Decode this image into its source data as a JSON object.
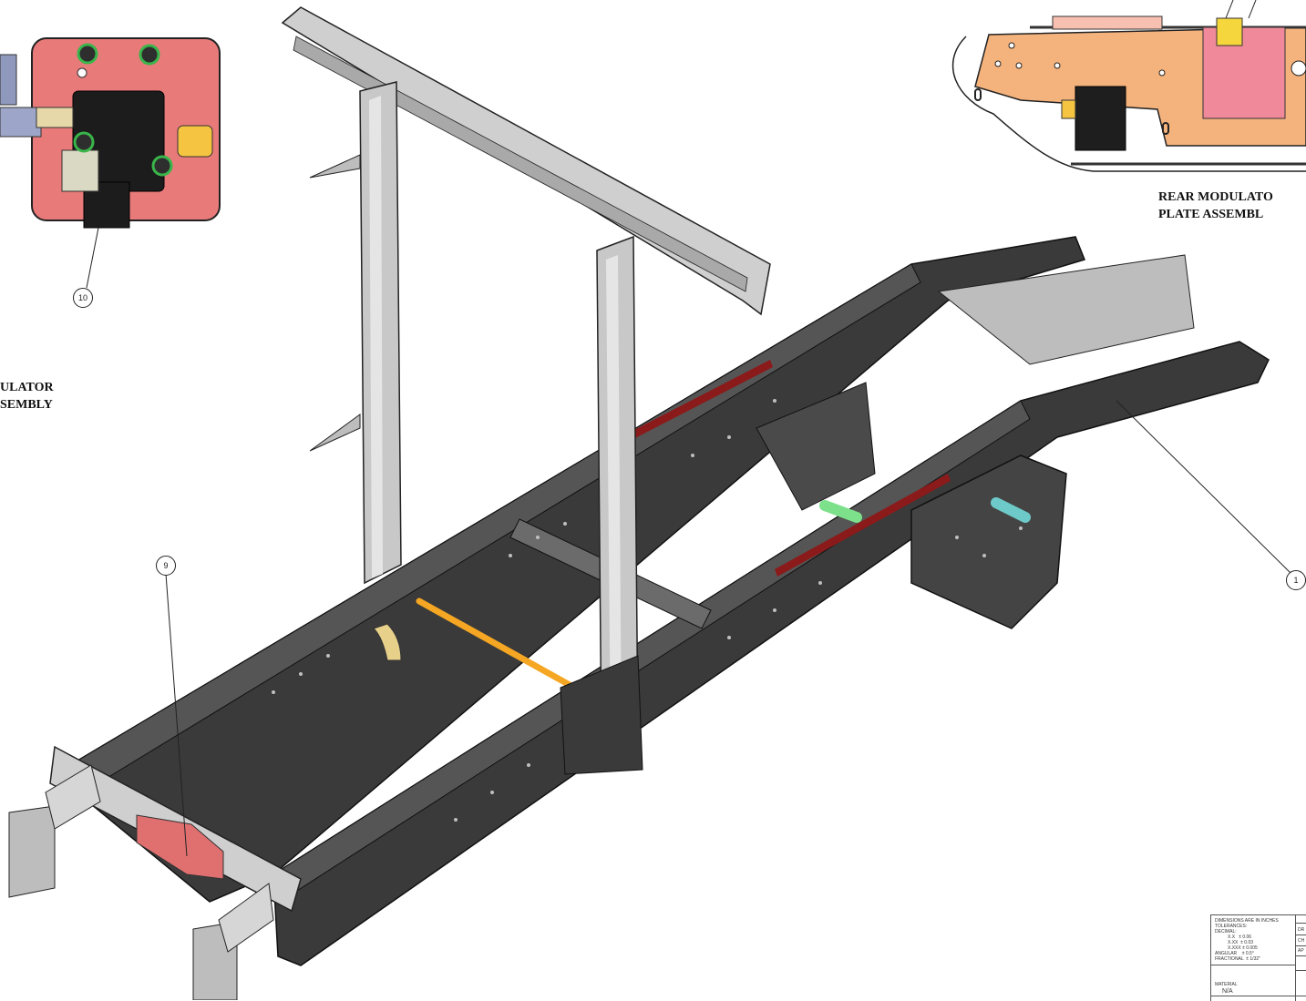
{
  "labels": {
    "front_assembly_line1": "ULATOR",
    "front_assembly_line2": "SEMBLY",
    "rear_assembly_line1": "REAR MODULATO",
    "rear_assembly_line2": "PLATE ASSEMBL"
  },
  "balloons": {
    "b10": "10",
    "b9": "9",
    "b1": "1"
  },
  "title_block": {
    "dims_note": "DIMENSIONS ARE IN INCHES",
    "tolerances": "TOLERANCES:",
    "decimal": "DECIMAL:",
    "xx": "X.X   ± 0.06",
    "xxx": "X.XX  ± 0.03",
    "xxxx": "X.XXX ± 0.005",
    "angular": "ANGULAR    ± 0.5°",
    "fractional": "FRACTIONAL  ± 1/32\"",
    "material_label": "MATERIAL",
    "material_value": "N/A",
    "row_dr": "DR",
    "row_ch": "CH",
    "row_ap": "AP"
  },
  "colors": {
    "frame_dark": "#3a3a3a",
    "frame_light": "#cfcfcf",
    "modulator_plate": "#e87a7a",
    "rear_plate": "#f4b27c",
    "axle_rod": "#f5a623",
    "green_part": "#7de08a",
    "teal_part": "#6ec9c9",
    "red_strip": "#8b1a1a"
  }
}
